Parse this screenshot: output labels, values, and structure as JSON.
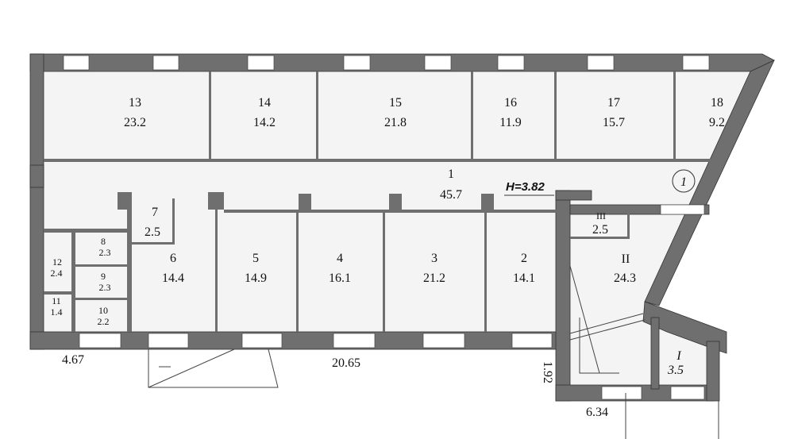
{
  "plan": {
    "height_label": "H=3.82",
    "section_marker": "1",
    "rooms": [
      {
        "id": "13",
        "area": "23.2"
      },
      {
        "id": "14",
        "area": "14.2"
      },
      {
        "id": "15",
        "area": "21.8"
      },
      {
        "id": "16",
        "area": "11.9"
      },
      {
        "id": "17",
        "area": "15.7"
      },
      {
        "id": "18",
        "area": "9.2"
      },
      {
        "id": "1",
        "area": "45.7"
      },
      {
        "id": "7",
        "area": "2.5"
      },
      {
        "id": "6",
        "area": "14.4"
      },
      {
        "id": "5",
        "area": "14.9"
      },
      {
        "id": "4",
        "area": "16.1"
      },
      {
        "id": "3",
        "area": "21.2"
      },
      {
        "id": "2",
        "area": "14.1"
      },
      {
        "id": "8",
        "area": "2.3"
      },
      {
        "id": "9",
        "area": "2.3"
      },
      {
        "id": "10",
        "area": "2.2"
      },
      {
        "id": "12",
        "area": "2.4"
      },
      {
        "id": "11",
        "area": "1.4"
      },
      {
        "id": "III",
        "area": "2.5"
      },
      {
        "id": "II",
        "area": "24.3"
      },
      {
        "id": "I",
        "area": "3.5"
      }
    ],
    "dimensions": [
      "4.67",
      "20.65",
      "1.92",
      "6.34"
    ]
  }
}
